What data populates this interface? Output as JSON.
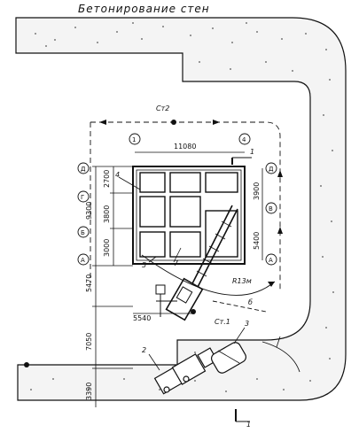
{
  "title": "Бетонирование стен",
  "grid_axes": {
    "top_left": "1",
    "top_right": "4",
    "left": [
      "Д",
      "Г",
      "Б",
      "А"
    ],
    "right": [
      "Д",
      "В",
      "А"
    ]
  },
  "dimensions": {
    "top_width": "11080",
    "left_outer": [
      "9300",
      "5470",
      "7050",
      "3390"
    ],
    "left_inner": [
      "2700",
      "3800",
      "3000"
    ],
    "right": [
      "3900",
      "5400"
    ],
    "bottom_offset": "5540"
  },
  "labels": {
    "crane_radius": "R13м",
    "position_marker": "Ст.1",
    "position_marker_top": "Ст2",
    "section_mark": "1",
    "section_mark_bottom": "1",
    "side_b": "б",
    "callouts": [
      "1",
      "2",
      "3",
      "4",
      "5",
      "7"
    ]
  }
}
